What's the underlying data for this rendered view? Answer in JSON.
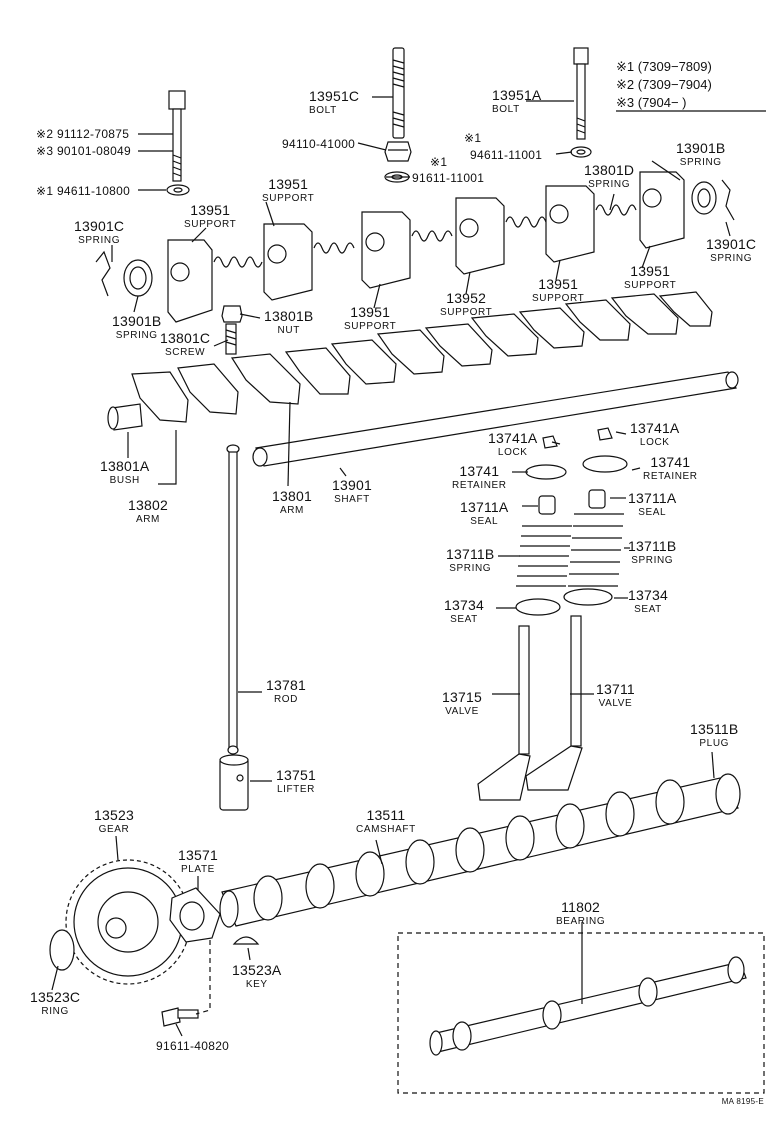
{
  "legend": {
    "row1": "※1  (7309−7809)",
    "row2": "※2  (7309−7904)",
    "row3": "※3  (7904−       )"
  },
  "parts": {
    "bolt_13951C": {
      "number": "13951C",
      "name": "BOLT"
    },
    "bolt_13951A": {
      "number": "13951A",
      "name": "BOLT"
    },
    "bolt_91112": {
      "number": "※2  91112-70875"
    },
    "bolt_90101": {
      "number": "※3  90101-08049"
    },
    "washer_94611_10800": {
      "number": "※1  94611-10800"
    },
    "nut_94110": {
      "number": "94110-41000"
    },
    "washer_94611_11001": {
      "mark": "※1",
      "number": "94611-11001"
    },
    "washer_91611_11001": {
      "mark": "※1",
      "number": "91611-11001"
    },
    "support_13951_a": {
      "number": "13951",
      "name": "SUPPORT"
    },
    "support_13951_b": {
      "number": "13951",
      "name": "SUPPORT"
    },
    "support_13951_c": {
      "number": "13951",
      "name": "SUPPORT"
    },
    "support_13951_d": {
      "number": "13951",
      "name": "SUPPORT"
    },
    "support_13951_e": {
      "number": "13951",
      "name": "SUPPORT"
    },
    "support_13952": {
      "number": "13952",
      "name": "SUPPORT"
    },
    "spring_13901B_right": {
      "number": "13901B",
      "name": "SPRING"
    },
    "spring_13801D": {
      "number": "13801D",
      "name": "SPRING"
    },
    "spring_13901C_left": {
      "number": "13901C",
      "name": "SPRING"
    },
    "spring_13901C_right": {
      "number": "13901C",
      "name": "SPRING"
    },
    "spring_13901B_left": {
      "number": "13901B",
      "name": "SPRING"
    },
    "nut_13801B": {
      "number": "13801B",
      "name": "NUT"
    },
    "screw_13801C": {
      "number": "13801C",
      "name": "SCREW"
    },
    "bush_13801A": {
      "number": "13801A",
      "name": "BUSH"
    },
    "arm_13802": {
      "number": "13802",
      "name": "ARM"
    },
    "arm_13801": {
      "number": "13801",
      "name": "ARM"
    },
    "shaft_13901": {
      "number": "13901",
      "name": "SHAFT"
    },
    "lock_13741A_left": {
      "number": "13741A",
      "name": "LOCK"
    },
    "lock_13741A_right": {
      "number": "13741A",
      "name": "LOCK"
    },
    "retainer_13741_left": {
      "number": "13741",
      "name": "RETAINER"
    },
    "retainer_13741_right": {
      "number": "13741",
      "name": "RETAINER"
    },
    "seal_13711A_left": {
      "number": "13711A",
      "name": "SEAL"
    },
    "seal_13711A_right": {
      "number": "13711A",
      "name": "SEAL"
    },
    "spring_13711B_left": {
      "number": "13711B",
      "name": "SPRING"
    },
    "spring_13711B_right": {
      "number": "13711B",
      "name": "SPRING"
    },
    "seat_13734_left": {
      "number": "13734",
      "name": "SEAT"
    },
    "seat_13734_right": {
      "number": "13734",
      "name": "SEAT"
    },
    "valve_13715": {
      "number": "13715",
      "name": "VALVE"
    },
    "valve_13711": {
      "number": "13711",
      "name": "VALVE"
    },
    "rod_13781": {
      "number": "13781",
      "name": "ROD"
    },
    "lifter_13751": {
      "number": "13751",
      "name": "LIFTER"
    },
    "plug_13511B": {
      "number": "13511B",
      "name": "PLUG"
    },
    "gear_13523": {
      "number": "13523",
      "name": "GEAR"
    },
    "plate_13571": {
      "number": "13571",
      "name": "PLATE"
    },
    "camshaft_13511": {
      "number": "13511",
      "name": "CAMSHAFT"
    },
    "key_13523A": {
      "number": "13523A",
      "name": "KEY"
    },
    "ring_13523C": {
      "number": "13523C",
      "name": "RING"
    },
    "bolt_91611_40820": {
      "number": "91611-40820"
    },
    "bearing_11802": {
      "number": "11802",
      "name": "BEARING"
    }
  },
  "footer": "MA 8195-E"
}
